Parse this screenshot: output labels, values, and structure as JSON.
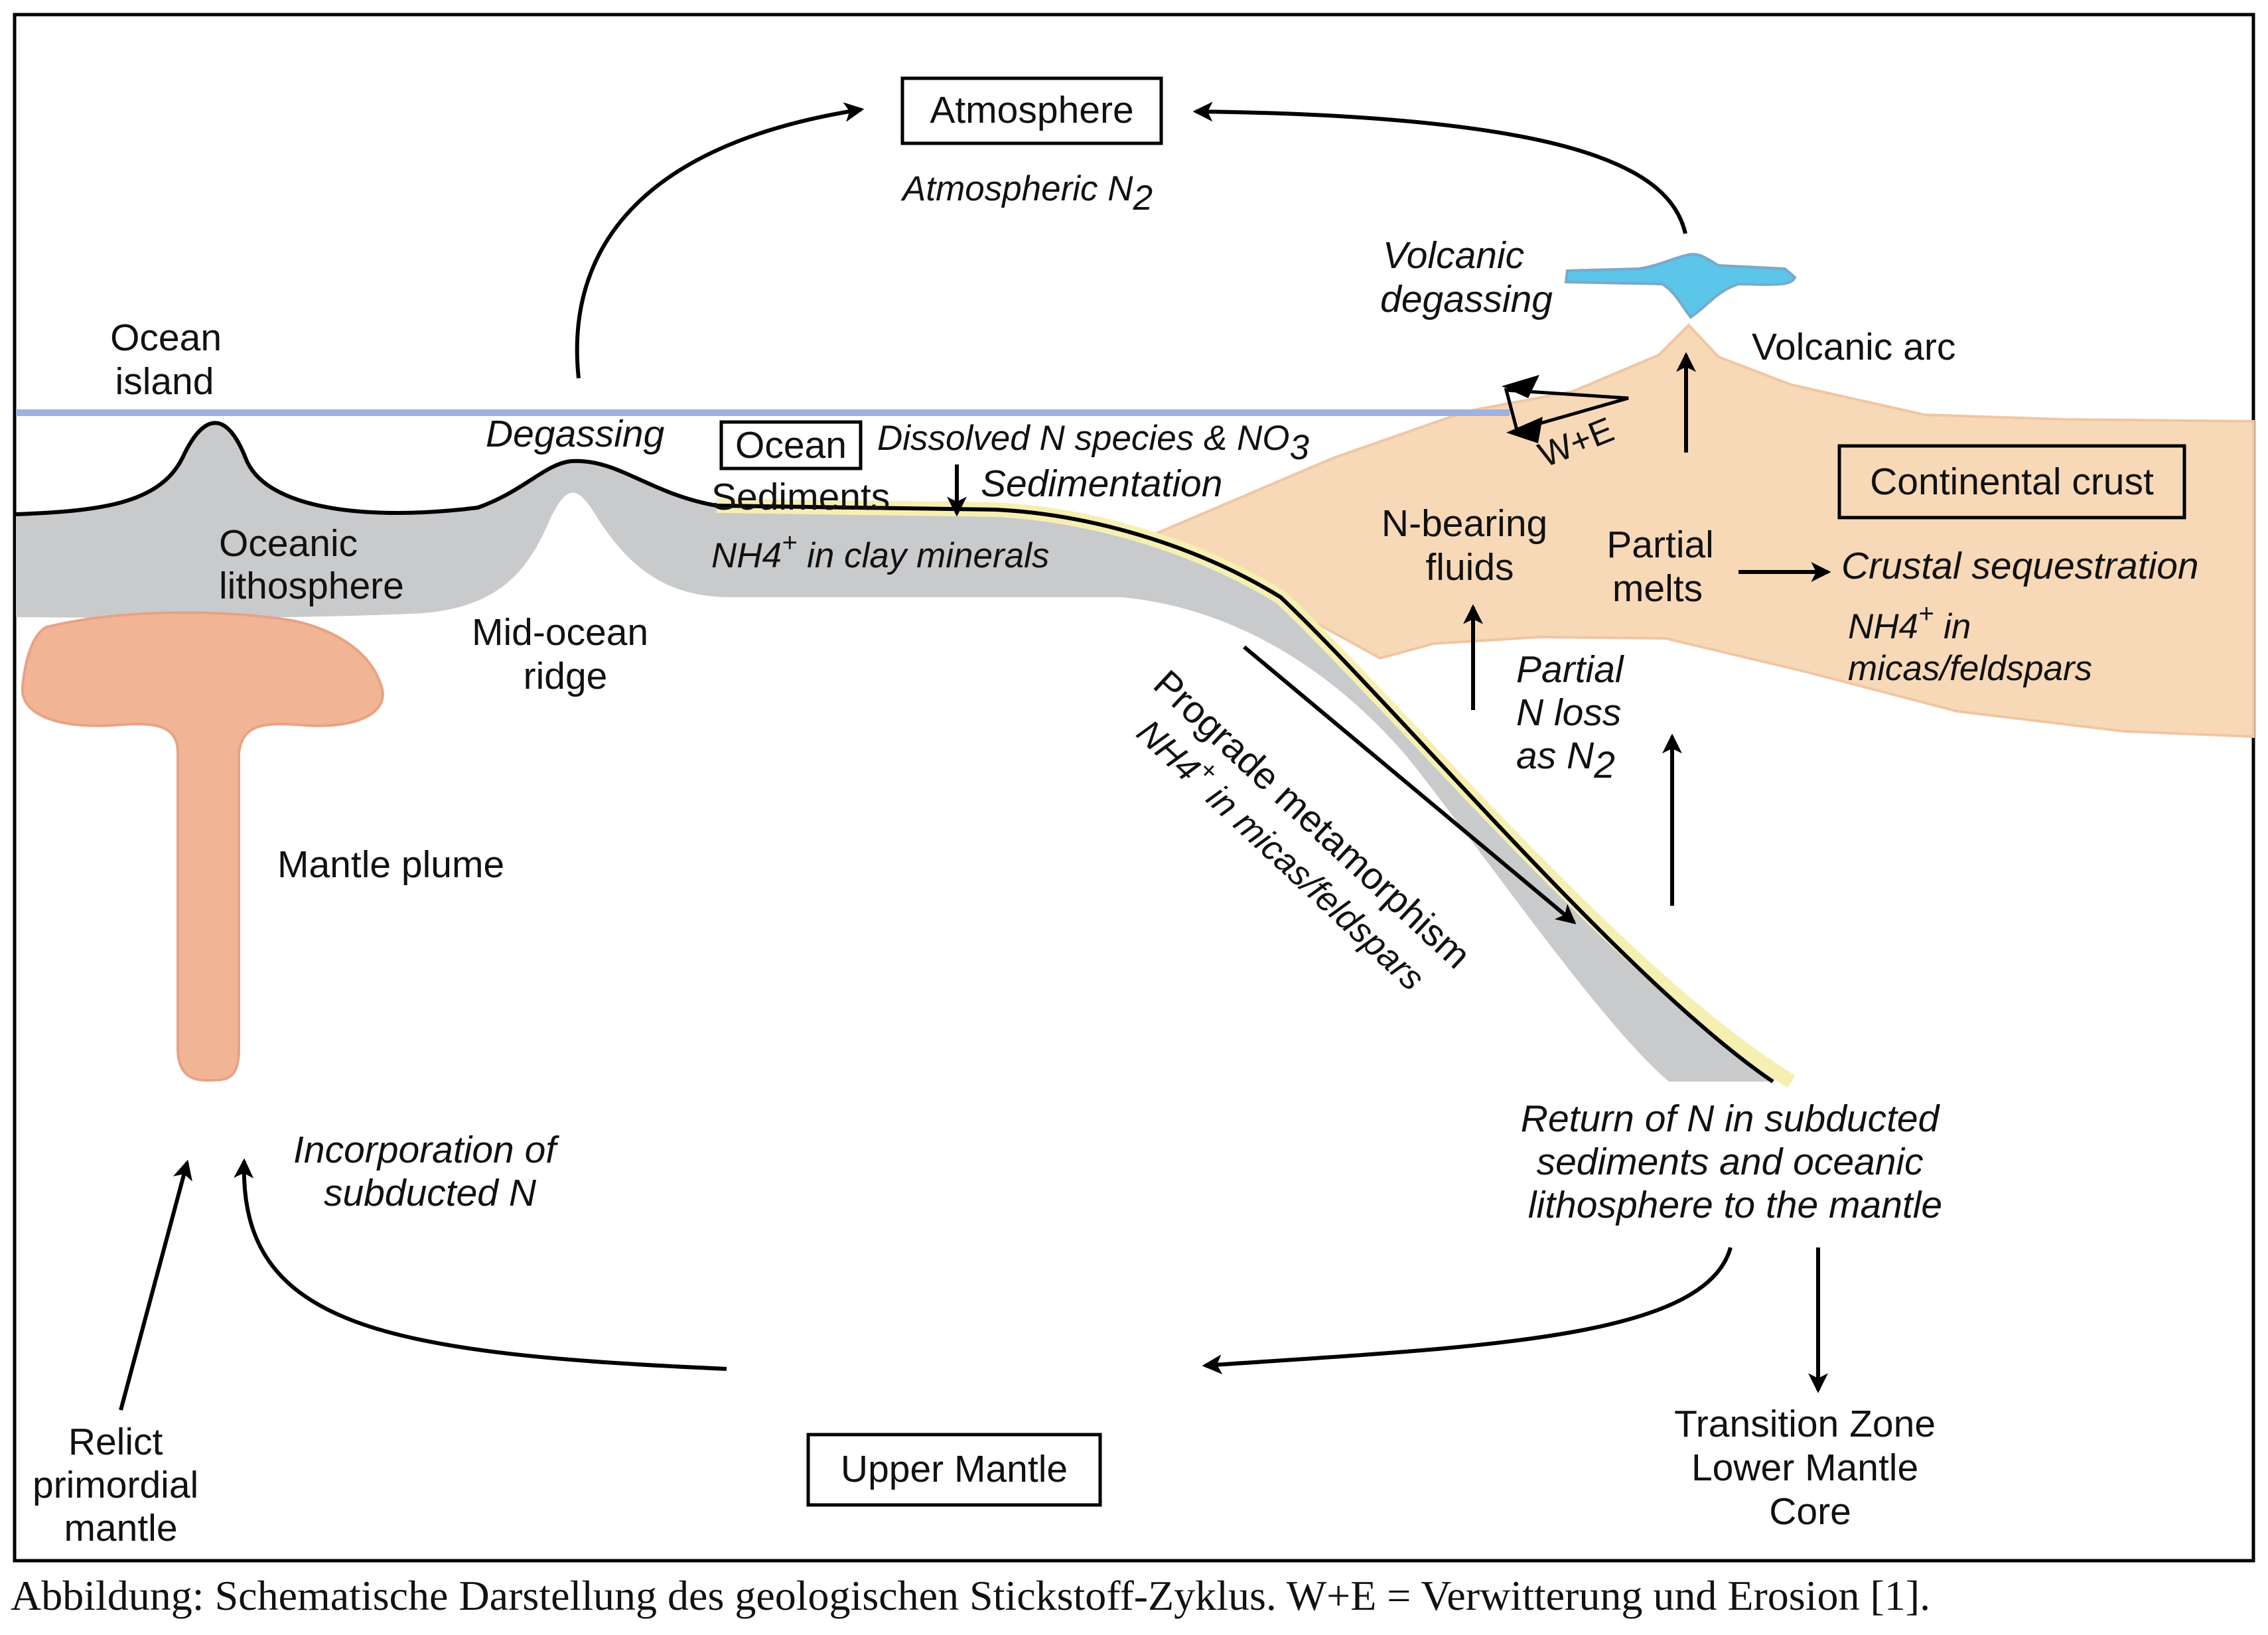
{
  "colors": {
    "ocean_line": "#9db2e0",
    "lithosphere": "#c9cacc",
    "continental_crust": "#f8d9b7",
    "mantle_plume": "#f1b596",
    "sediment_layer": "#f6efb2",
    "volcanic_degassing": "#5bc5ea"
  },
  "boxes": {
    "atmosphere": "Atmosphere",
    "ocean": "Ocean",
    "continental_crust": "Continental crust",
    "upper_mantle": "Upper Mantle"
  },
  "labels": {
    "atmospheric_n2": "Atmospheric N",
    "atmospheric_n2_sub": "2",
    "volcanic_degassing": [
      "Volcanic",
      "degassing"
    ],
    "volcanic_arc": "Volcanic arc",
    "ocean_island": [
      "Ocean",
      "island"
    ],
    "degassing": "Degassing",
    "dissolved_n": "Dissolved N species & NO",
    "dissolved_n_sub": "3",
    "we": "W+E",
    "sediments": "Sediments",
    "sedimentation": "Sedimentation",
    "oceanic_lithosphere": [
      "Oceanic",
      "lithosphere"
    ],
    "nh4_clay_pre": "NH4",
    "nh4_clay_sup": "+",
    "nh4_clay_post": " in clay minerals",
    "mid_ocean_ridge": [
      "Mid-ocean",
      "ridge"
    ],
    "n_bearing_fluids": [
      "N-bearing",
      "fluids"
    ],
    "partial_melts": [
      "Partial",
      "melts"
    ],
    "crustal_sequestration": "Crustal sequestration",
    "nh4_micas_pre": "NH4",
    "nh4_micas_sup": "+",
    "nh4_micas_post": " in",
    "micas_feldspars": "micas/feldspars",
    "partial_n_loss": [
      "Partial",
      "N loss",
      "as N"
    ],
    "partial_n_loss_sub": "2",
    "mantle_plume": "Mantle plume",
    "prograde_metamorphism": "Prograde metamorphism",
    "nh4_slab_pre": "NH4",
    "nh4_slab_sup": "+",
    "nh4_slab_post": " in micas/feldspars",
    "return_of_n": [
      "Return of N in subducted",
      "sediments and oceanic",
      "lithosphere to the  mantle"
    ],
    "incorporation": [
      "Incorporation of",
      "subducted N"
    ],
    "relict_primordial_mantle": [
      "Relict",
      "primordial",
      "mantle"
    ],
    "transition_zone": [
      "Transition Zone",
      "Lower Mantle",
      "Core"
    ]
  },
  "caption": "Abbildung: Schematische Darstellung des geologischen Stickstoff-Zyklus. W+E = Verwitterung und Erosion [1]."
}
